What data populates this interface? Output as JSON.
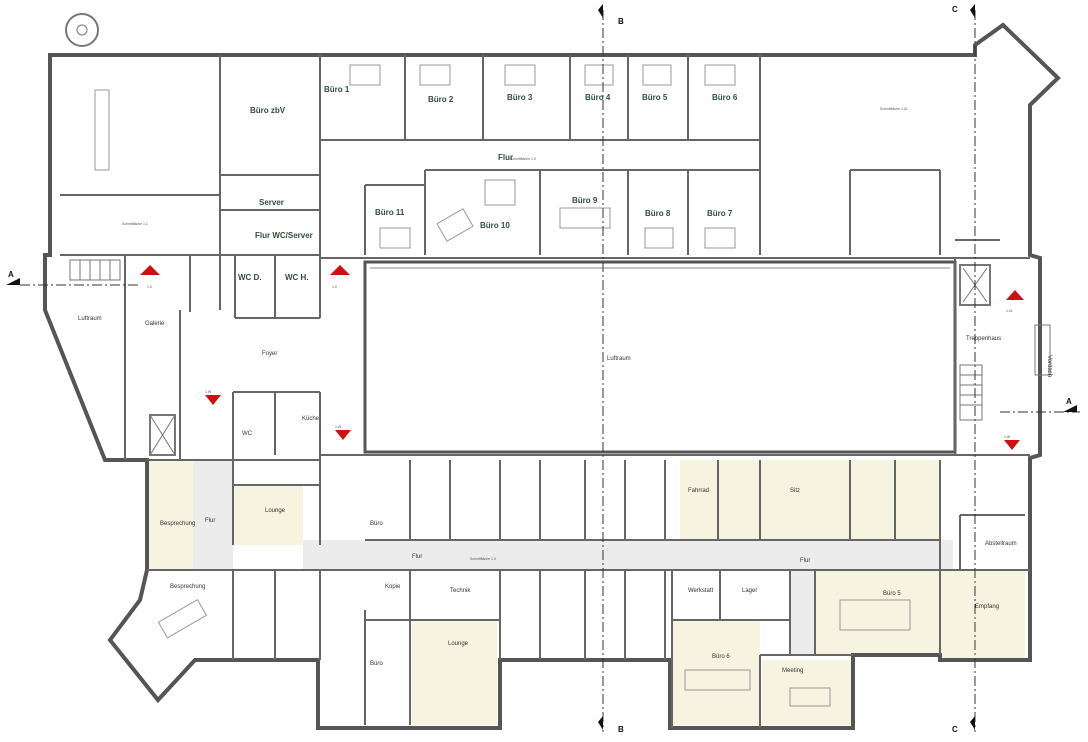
{
  "sections": {
    "a_left": "A",
    "a_right": "A",
    "b_top": "B",
    "b_bottom": "B",
    "c_top": "C",
    "c_bottom": "C"
  },
  "levels": {
    "l1": "1.0",
    "l2": "1.0",
    "l3": "1.01",
    "l4": "1.W",
    "l5": "1.W",
    "l6": "1.W"
  },
  "rooms": {
    "buero1": "Büro 1",
    "buero2": "Büro 2",
    "buero3": "Büro 3",
    "buero4": "Büro 4",
    "buero5": "Büro 5",
    "buero6": "Büro 6",
    "buero7": "Büro 7",
    "buero8": "Büro 8",
    "buero9": "Büro 9",
    "buero10": "Büro 10",
    "buero11": "Büro 11",
    "buero_zbv": "Büro zbV",
    "server": "Server",
    "flur": "Flur",
    "flur_wc_server": "Flur WC/Server",
    "wc_d": "WC D.",
    "wc_h": "WC H.",
    "foyer": "Foyer",
    "luftraum": "Luftraum",
    "luftraum_left": "Luftraum",
    "galerie": "Galerie",
    "treppenhaus": "Treppenhaus",
    "vordach": "Vordach",
    "lounge": "Lounge",
    "lounge2": "Lounge",
    "fahrzeugbesprechung": "Besprechung",
    "kueche": "Küche",
    "sitz": "Sitz",
    "buero_kl": "Büro",
    "bueros": "Büro",
    "buero5b": "Büro 5",
    "buero_e": "Büro 6",
    "workshop": "Werkstatt",
    "meeting": "Meeting",
    "abstellraum": "Abstellraum",
    "wc": "WC",
    "fahrrad": "Fahrrad",
    "flur_2": "Flur",
    "flur_3": "Flur",
    "flur_left": "Flur",
    "besprechung": "Besprechung",
    "empfang": "Empfang",
    "lager": "Lager",
    "technik": "Technik",
    "kopie": "Kopie"
  },
  "smalltexts": {
    "s1": "Schnittfläche 1.0",
    "s2": "Schnittfläche 1.1",
    "s3": "Schnittfläche 1.01",
    "s4": "Schnittfläche 1.V"
  }
}
